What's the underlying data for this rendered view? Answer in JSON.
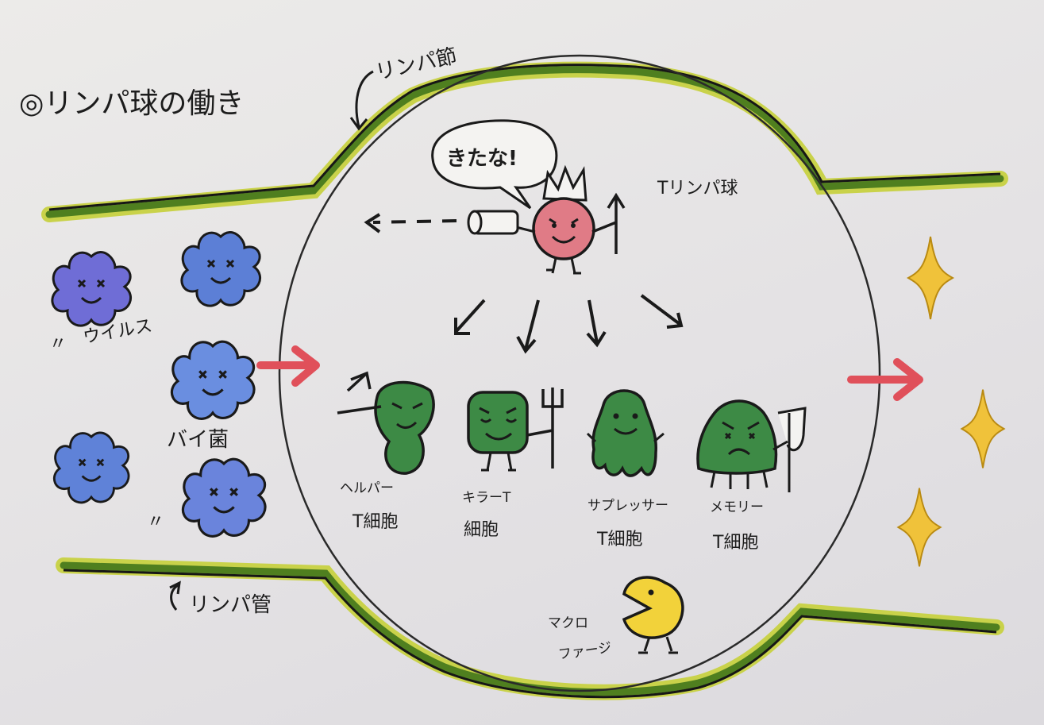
{
  "title": "◎リンパ球の働き",
  "labels": {
    "lymph_node": "リンパ節",
    "lymph_vessel": "リンパ管",
    "t_lymphocyte": "Tリンパ球",
    "speech": "きたな!",
    "virus": "ウイルス",
    "bacteria": "バイ菌",
    "ditto_1": "〃",
    "ditto_2": "〃",
    "macrophage_1": "マクロ",
    "macrophage_2": "ファージ"
  },
  "t_cells": [
    {
      "line1": "ヘルパー",
      "line2": "T細胞"
    },
    {
      "line1": "キラーT",
      "line2": "細胞"
    },
    {
      "line1": "サプレッサー",
      "line2": "T細胞"
    },
    {
      "line1": "メモリー",
      "line2": "T細胞"
    }
  ],
  "colors": {
    "vessel_green": "#4f7f1f",
    "vessel_light": "#b9c93a",
    "virus_blue": "#5c7fd6",
    "virus_purple": "#7e63c9",
    "t_lymph_pink": "#e07b86",
    "t_cell_green": "#3d8a45",
    "macrophage_yellow": "#f2d23a",
    "arrow_red": "#e0505a",
    "sparkle": "#f0c23a"
  }
}
